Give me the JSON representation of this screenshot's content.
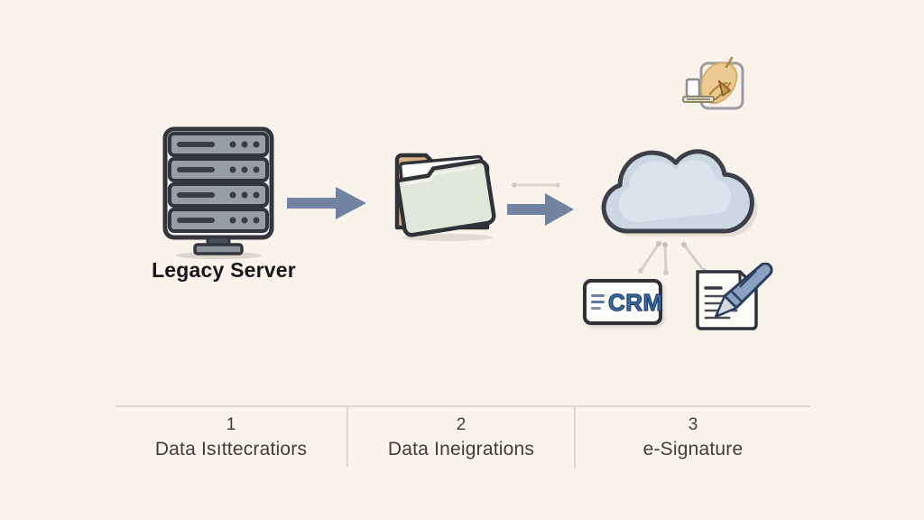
{
  "diagram": {
    "title_hint": "legacy server to cloud migration flow",
    "server": {
      "label": "Legacy Server"
    },
    "crm": {
      "label": "CRM"
    },
    "steps": [
      {
        "number": "1",
        "label": "Data Isıttecratiors"
      },
      {
        "number": "2",
        "label": "Data Ineigrations"
      },
      {
        "number": "3",
        "label": "e-Signature"
      }
    ]
  },
  "icons": {
    "server": "server-rack-icon",
    "arrow1": "right-arrow-icon",
    "folder": "folder-icon",
    "arrow2": "right-arrow-icon",
    "cloud": "cloud-icon",
    "signature_artifact": "hand-signing-laptop-icon",
    "crm_badge": "crm-badge",
    "document": "document-with-pen-icon"
  },
  "colors": {
    "background": "#f8f4ec",
    "arrow": "#7183a1",
    "cloud_fill": "#cdd7e2",
    "cloud_outline": "#3b4049",
    "folder_back": "#d9b184",
    "folder_front": "#e0e6da",
    "server_body": "#979ea7",
    "crm_text": "#3d6ba3",
    "caption_text": "#3f3e3b",
    "divider": "#dcd8cf",
    "outline": "#2f3338"
  }
}
